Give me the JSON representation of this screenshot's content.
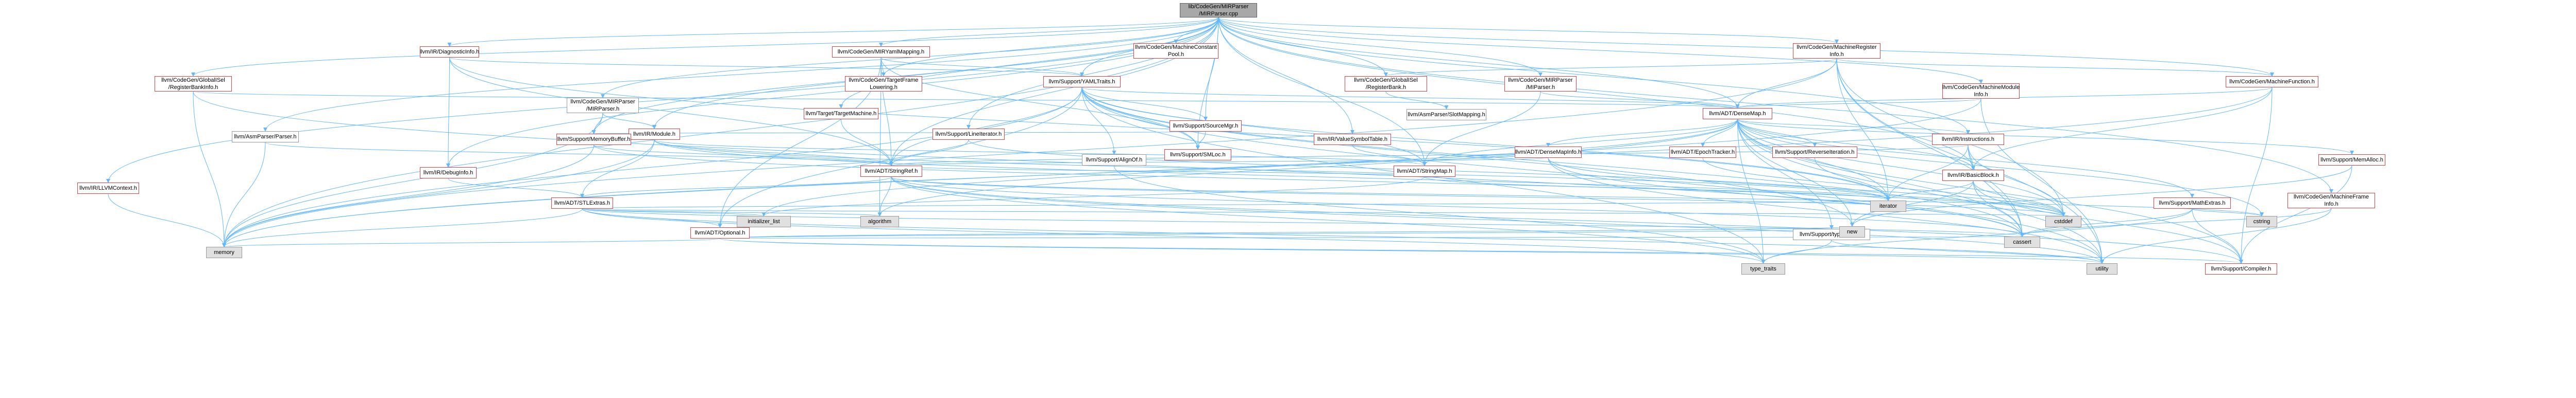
{
  "graph": {
    "nodes": [
      {
        "id": "root",
        "label": "lib/CodeGen/MIRParser\n/MIRParser.cpp",
        "kind": "root"
      },
      {
        "id": "n_diag",
        "label": "llvm/IR/DiagnosticInfo.h",
        "kind": "red"
      },
      {
        "id": "n_mirymap",
        "label": "llvm/CodeGen/MIRYamlMapping.h",
        "kind": "red"
      },
      {
        "id": "n_mccp",
        "label": "llvm/CodeGen/MachineConstant\nPool.h",
        "kind": "red"
      },
      {
        "id": "n_mri",
        "label": "llvm/CodeGen/MachineRegister\nInfo.h",
        "kind": "red"
      },
      {
        "id": "n_gisel",
        "label": "llvm/CodeGen/GlobalISel\n/RegisterBankInfo.h",
        "kind": "red"
      },
      {
        "id": "n_tfl",
        "label": "llvm/CodeGen/TargetFrame\nLowering.h",
        "kind": "red"
      },
      {
        "id": "n_yaml",
        "label": "llvm/Support/YAMLTraits.h",
        "kind": "red"
      },
      {
        "id": "n_cgmir",
        "label": "llvm/CodeGen/MIRParser\n/MIRParser.h",
        "kind": "normal"
      },
      {
        "id": "n_tm",
        "label": "llvm/Target/TargetMachine.h",
        "kind": "red"
      },
      {
        "id": "n_lineit",
        "label": "llvm/Support/LineIterator.h",
        "kind": "red"
      },
      {
        "id": "n_regbank",
        "label": "llvm/CodeGen/GlobalISel\n/RegisterBank.h",
        "kind": "red"
      },
      {
        "id": "n_asmparser",
        "label": "llvm/AsmParser/Parser.h",
        "kind": "normal"
      },
      {
        "id": "n_mirpar",
        "label": "llvm/CodeGen/MIRParser\n/MIParser.h",
        "kind": "red"
      },
      {
        "id": "n_mmi",
        "label": "llvm/CodeGen/MachineModule\nInfo.h",
        "kind": "red"
      },
      {
        "id": "n_mf",
        "label": "llvm/CodeGen/MachineFunction.h",
        "kind": "red"
      },
      {
        "id": "n_llvmctx",
        "label": "llvm/IR/LLVMContext.h",
        "kind": "red"
      },
      {
        "id": "n_module",
        "label": "llvm/IR/Module.h",
        "kind": "red"
      },
      {
        "id": "n_smloc",
        "label": "llvm/Support/SMLoc.h",
        "kind": "red"
      },
      {
        "id": "n_srcmgr",
        "label": "llvm/Support/SourceMgr.h",
        "kind": "red"
      },
      {
        "id": "n_alignof",
        "label": "llvm/Support/AlignOf.h",
        "kind": "normal"
      },
      {
        "id": "n_slotmap",
        "label": "llvm/AsmParser/SlotMapping.h",
        "kind": "normal"
      },
      {
        "id": "n_vst",
        "label": "llvm/IR/ValueSymbolTable.h",
        "kind": "red"
      },
      {
        "id": "n_densemap",
        "label": "llvm/ADT/DenseMap.h",
        "kind": "red"
      },
      {
        "id": "n_membuf",
        "label": "llvm/Support/MemoryBuffer.h",
        "kind": "red"
      },
      {
        "id": "n_debuginfo",
        "label": "llvm/IR/DebugInfo.h",
        "kind": "red"
      },
      {
        "id": "n_stringref",
        "label": "llvm/ADT/StringRef.h",
        "kind": "red"
      },
      {
        "id": "n_stringmap",
        "label": "llvm/ADT/StringMap.h",
        "kind": "red"
      },
      {
        "id": "n_dmi",
        "label": "llvm/ADT/DenseMapInfo.h",
        "kind": "red"
      },
      {
        "id": "n_epoch",
        "label": "llvm/ADT/EpochTracker.h",
        "kind": "red"
      },
      {
        "id": "n_reviter",
        "label": "llvm/Support/ReverseIteration.h",
        "kind": "red"
      },
      {
        "id": "n_instrs",
        "label": "llvm/IR/Instructions.h",
        "kind": "red"
      },
      {
        "id": "n_bb",
        "label": "llvm/IR/BasicBlock.h",
        "kind": "red"
      },
      {
        "id": "n_mathext",
        "label": "llvm/Support/MathExtras.h",
        "kind": "red"
      },
      {
        "id": "n_memalloc",
        "label": "llvm/Support/MemAlloc.h",
        "kind": "red"
      },
      {
        "id": "n_mfi",
        "label": "llvm/CodeGen/MachineFrame\nInfo.h",
        "kind": "red"
      },
      {
        "id": "n_stlextras",
        "label": "llvm/ADT/STLExtras.h",
        "kind": "red"
      },
      {
        "id": "n_optional",
        "label": "llvm/ADT/Optional.h",
        "kind": "red"
      },
      {
        "id": "n_typetraits",
        "label": "llvm/Support/type_traits.h",
        "kind": "normal"
      },
      {
        "id": "n_compiler",
        "label": "llvm/Support/Compiler.h",
        "kind": "red"
      },
      {
        "id": "s_memory",
        "label": "memory",
        "kind": "gray"
      },
      {
        "id": "s_init",
        "label": "initializer_list",
        "kind": "gray"
      },
      {
        "id": "s_algorithm",
        "label": "algorithm",
        "kind": "gray"
      },
      {
        "id": "s_iterator",
        "label": "iterator",
        "kind": "gray"
      },
      {
        "id": "s_cstddef",
        "label": "cstddef",
        "kind": "gray"
      },
      {
        "id": "s_new",
        "label": "new",
        "kind": "gray"
      },
      {
        "id": "s_cassert",
        "label": "cassert",
        "kind": "gray"
      },
      {
        "id": "s_utility",
        "label": "utility",
        "kind": "gray"
      },
      {
        "id": "s_typetraits",
        "label": "type_traits",
        "kind": "gray"
      },
      {
        "id": "s_cstring",
        "label": "cstring",
        "kind": "gray"
      }
    ],
    "edges": [
      [
        "root",
        "n_diag"
      ],
      [
        "root",
        "n_mirymap"
      ],
      [
        "root",
        "n_mccp"
      ],
      [
        "root",
        "n_mri"
      ],
      [
        "root",
        "n_gisel"
      ],
      [
        "root",
        "n_yaml"
      ],
      [
        "root",
        "n_cgmir"
      ],
      [
        "root",
        "n_tm"
      ],
      [
        "root",
        "n_lineit"
      ],
      [
        "root",
        "n_regbank"
      ],
      [
        "root",
        "n_asmparser"
      ],
      [
        "root",
        "n_mirpar"
      ],
      [
        "root",
        "n_mmi"
      ],
      [
        "root",
        "n_mf"
      ],
      [
        "root",
        "n_llvmctx"
      ],
      [
        "root",
        "n_module"
      ],
      [
        "root",
        "n_smloc"
      ],
      [
        "root",
        "n_srcmgr"
      ],
      [
        "root",
        "n_densemap"
      ],
      [
        "root",
        "n_stringref"
      ],
      [
        "root",
        "n_stringmap"
      ],
      [
        "root",
        "n_membuf"
      ],
      [
        "root",
        "n_instrs"
      ],
      [
        "root",
        "n_bb"
      ],
      [
        "root",
        "s_memory"
      ],
      [
        "root",
        "n_mfi"
      ],
      [
        "root",
        "n_vst"
      ],
      [
        "root",
        "n_debuginfo"
      ],
      [
        "root",
        "n_tfl"
      ],
      [
        "n_diag",
        "n_yaml"
      ],
      [
        "n_diag",
        "n_stringref"
      ],
      [
        "n_diag",
        "n_debuginfo"
      ],
      [
        "n_diag",
        "s_iterator"
      ],
      [
        "n_mirymap",
        "n_tfl"
      ],
      [
        "n_mirymap",
        "n_yaml"
      ],
      [
        "n_mirymap",
        "n_smloc"
      ],
      [
        "n_mirymap",
        "n_stringref"
      ],
      [
        "n_mirymap",
        "n_optional"
      ],
      [
        "n_mirymap",
        "s_algorithm"
      ],
      [
        "n_mri",
        "n_densemap"
      ],
      [
        "n_mri",
        "n_mf"
      ],
      [
        "n_mri",
        "n_regbank"
      ],
      [
        "n_mri",
        "s_iterator"
      ],
      [
        "n_mri",
        "s_memory"
      ],
      [
        "n_mri",
        "s_utility"
      ],
      [
        "n_mri",
        "s_cassert"
      ],
      [
        "n_mri",
        "s_cstddef"
      ],
      [
        "n_gisel",
        "n_densemap"
      ],
      [
        "n_gisel",
        "s_memory"
      ],
      [
        "n_gisel",
        "s_cassert"
      ],
      [
        "n_yaml",
        "n_densemap"
      ],
      [
        "n_yaml",
        "n_stringmap"
      ],
      [
        "n_yaml",
        "n_stringref"
      ],
      [
        "n_yaml",
        "n_alignof"
      ],
      [
        "n_yaml",
        "n_srcmgr"
      ],
      [
        "n_yaml",
        "n_smloc"
      ],
      [
        "n_yaml",
        "n_optional"
      ],
      [
        "n_yaml",
        "s_memory"
      ],
      [
        "n_yaml",
        "s_new"
      ],
      [
        "n_yaml",
        "s_utility"
      ],
      [
        "n_yaml",
        "s_typetraits"
      ],
      [
        "n_yaml",
        "s_iterator"
      ],
      [
        "n_yaml",
        "s_cassert"
      ],
      [
        "n_cgmir",
        "n_membuf"
      ],
      [
        "n_cgmir",
        "n_module"
      ],
      [
        "n_cgmir",
        "s_memory"
      ],
      [
        "n_tm",
        "n_stringref"
      ],
      [
        "n_lineit",
        "n_stringref"
      ],
      [
        "n_lineit",
        "s_iterator"
      ],
      [
        "n_regbank",
        "n_slotmap"
      ],
      [
        "n_asmparser",
        "n_stringref"
      ],
      [
        "n_asmparser",
        "s_memory"
      ],
      [
        "n_mirpar",
        "n_densemap"
      ],
      [
        "n_mirpar",
        "n_stringmap"
      ],
      [
        "n_mmi",
        "n_densemap"
      ],
      [
        "n_mmi",
        "s_memory"
      ],
      [
        "n_mmi",
        "s_utility"
      ],
      [
        "n_mf",
        "n_densemap"
      ],
      [
        "n_mf",
        "n_bb"
      ],
      [
        "n_mf",
        "s_memory"
      ],
      [
        "n_mf",
        "n_compiler"
      ],
      [
        "n_llvmctx",
        "s_memory"
      ],
      [
        "n_module",
        "n_stringmap"
      ],
      [
        "n_module",
        "n_stringref"
      ],
      [
        "n_module",
        "n_stlextras"
      ],
      [
        "n_module",
        "s_iterator"
      ],
      [
        "n_module",
        "s_memory"
      ],
      [
        "n_module",
        "s_cstddef"
      ],
      [
        "n_srcmgr",
        "n_membuf"
      ],
      [
        "n_srcmgr",
        "n_smloc"
      ],
      [
        "n_alignof",
        "s_typetraits"
      ],
      [
        "n_vst",
        "n_stringmap"
      ],
      [
        "n_densemap",
        "n_dmi"
      ],
      [
        "n_densemap",
        "n_epoch"
      ],
      [
        "n_densemap",
        "n_reviter"
      ],
      [
        "n_densemap",
        "n_mathext"
      ],
      [
        "n_densemap",
        "n_memalloc"
      ],
      [
        "n_densemap",
        "n_typetraits"
      ],
      [
        "n_densemap",
        "s_algorithm"
      ],
      [
        "n_densemap",
        "s_cassert"
      ],
      [
        "n_densemap",
        "s_cstddef"
      ],
      [
        "n_densemap",
        "s_init"
      ],
      [
        "n_densemap",
        "s_iterator"
      ],
      [
        "n_densemap",
        "s_new"
      ],
      [
        "n_densemap",
        "s_typetraits"
      ],
      [
        "n_densemap",
        "s_utility"
      ],
      [
        "n_densemap",
        "n_compiler"
      ],
      [
        "n_densemap",
        "n_instrs"
      ],
      [
        "n_densemap",
        "n_stringmap"
      ],
      [
        "n_densemap",
        "s_cstring"
      ],
      [
        "n_densemap",
        "n_bb"
      ],
      [
        "n_membuf",
        "s_memory"
      ],
      [
        "n_membuf",
        "s_cstddef"
      ],
      [
        "n_membuf",
        "n_stringref"
      ],
      [
        "n_debuginfo",
        "n_stlextras"
      ],
      [
        "n_stringref",
        "n_stlextras"
      ],
      [
        "n_stringref",
        "s_algorithm"
      ],
      [
        "n_stringref",
        "s_cassert"
      ],
      [
        "n_stringref",
        "s_cstddef"
      ],
      [
        "n_stringref",
        "s_cstring"
      ],
      [
        "n_stringref",
        "s_typetraits"
      ],
      [
        "n_stringref",
        "s_utility"
      ],
      [
        "n_stringref",
        "n_compiler"
      ],
      [
        "n_stringmap",
        "n_stringref"
      ],
      [
        "n_stringmap",
        "s_iterator"
      ],
      [
        "n_stringmap",
        "s_init"
      ],
      [
        "n_dmi",
        "s_cassert"
      ],
      [
        "n_dmi",
        "s_cstddef"
      ],
      [
        "n_dmi",
        "s_utility"
      ],
      [
        "n_dmi",
        "n_stringref"
      ],
      [
        "n_epoch",
        "s_cstddef"
      ],
      [
        "n_reviter",
        "s_iterator"
      ],
      [
        "n_instrs",
        "n_bb"
      ],
      [
        "n_instrs",
        "s_iterator"
      ],
      [
        "n_instrs",
        "s_cstddef"
      ],
      [
        "n_instrs",
        "s_cassert"
      ],
      [
        "n_instrs",
        "n_stringref"
      ],
      [
        "n_bb",
        "s_iterator"
      ],
      [
        "n_bb",
        "s_cassert"
      ],
      [
        "n_bb",
        "s_cstddef"
      ],
      [
        "n_bb",
        "n_compiler"
      ],
      [
        "n_bb",
        "s_new"
      ],
      [
        "n_mathext",
        "n_compiler"
      ],
      [
        "n_mathext",
        "s_cstring"
      ],
      [
        "n_mathext",
        "s_cassert"
      ],
      [
        "n_mathext",
        "s_typetraits"
      ],
      [
        "n_memalloc",
        "n_compiler"
      ],
      [
        "n_memalloc",
        "s_new"
      ],
      [
        "n_mfi",
        "s_utility"
      ],
      [
        "n_mfi",
        "s_cassert"
      ],
      [
        "n_stlextras",
        "n_optional"
      ],
      [
        "n_stlextras",
        "s_algorithm"
      ],
      [
        "n_stlextras",
        "s_cassert"
      ],
      [
        "n_stlextras",
        "s_init"
      ],
      [
        "n_stlextras",
        "s_iterator"
      ],
      [
        "n_stlextras",
        "s_memory"
      ],
      [
        "n_stlextras",
        "s_typetraits"
      ],
      [
        "n_stlextras",
        "s_utility"
      ],
      [
        "n_stlextras",
        "s_cstddef"
      ],
      [
        "n_optional",
        "s_cassert"
      ],
      [
        "n_optional",
        "s_memory"
      ],
      [
        "n_optional",
        "s_new"
      ],
      [
        "n_optional",
        "s_utility"
      ],
      [
        "n_optional",
        "n_typetraits"
      ],
      [
        "n_optional",
        "n_compiler"
      ],
      [
        "n_typetraits",
        "s_typetraits"
      ],
      [
        "n_typetraits",
        "s_utility"
      ]
    ]
  },
  "colors": {
    "edge": "#63b8ff",
    "node_border_red": "#e04040",
    "node_border_gray": "#999999",
    "root_fill": "#a8a8a8",
    "sys_fill": "#e0e0e0"
  }
}
